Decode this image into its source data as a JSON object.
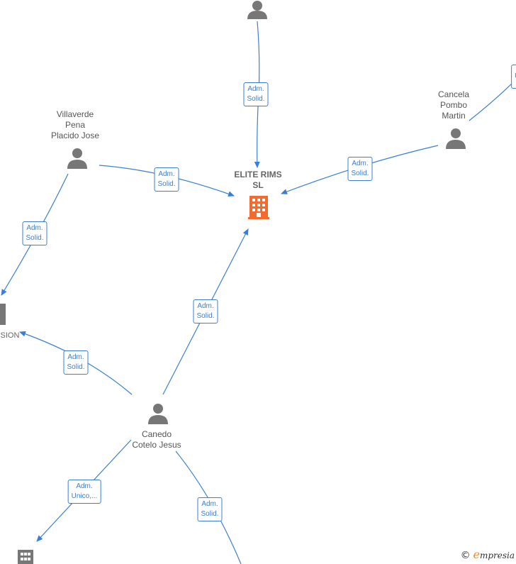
{
  "nodes": {
    "top_person": {
      "label": ""
    },
    "villaverde": {
      "label_lines": [
        "Villaverde",
        "Pena",
        "Placido Jose"
      ]
    },
    "cancela": {
      "label_lines": [
        "Cancela",
        "Pombo",
        "Martin"
      ]
    },
    "elite": {
      "label_lines": [
        "ELITE RIMS",
        "SL"
      ]
    },
    "left_company": {
      "label": "USION"
    },
    "canedo": {
      "label_lines": [
        "Canedo",
        "Cotelo Jesus"
      ]
    },
    "bottom_company": {
      "label": ""
    }
  },
  "edges": {
    "top_to_elite": [
      "Adm.",
      "Solid."
    ],
    "villaverde_to_elite": [
      "Adm.",
      "Solid."
    ],
    "cancela_to_elite": [
      "Adm.",
      "Solid."
    ],
    "villaverde_to_left": [
      "Adm.",
      "Solid."
    ],
    "canedo_to_elite": [
      "Adm.",
      "Solid."
    ],
    "canedo_to_left": [
      "Adm.",
      "Solid."
    ],
    "canedo_to_bottom": [
      "Adm.",
      "Unico,..."
    ],
    "canedo_to_offscreen": [
      "Adm.",
      "Solid."
    ],
    "cancela_to_offscreen": [
      "U"
    ]
  },
  "colors": {
    "edge": "#3a7fd5",
    "person_icon": "#777777",
    "company_icon": "#777777",
    "main_company_icon": "#f26a2e"
  },
  "brand": {
    "symbol": "©",
    "initial": "e",
    "text": "mpresia"
  }
}
